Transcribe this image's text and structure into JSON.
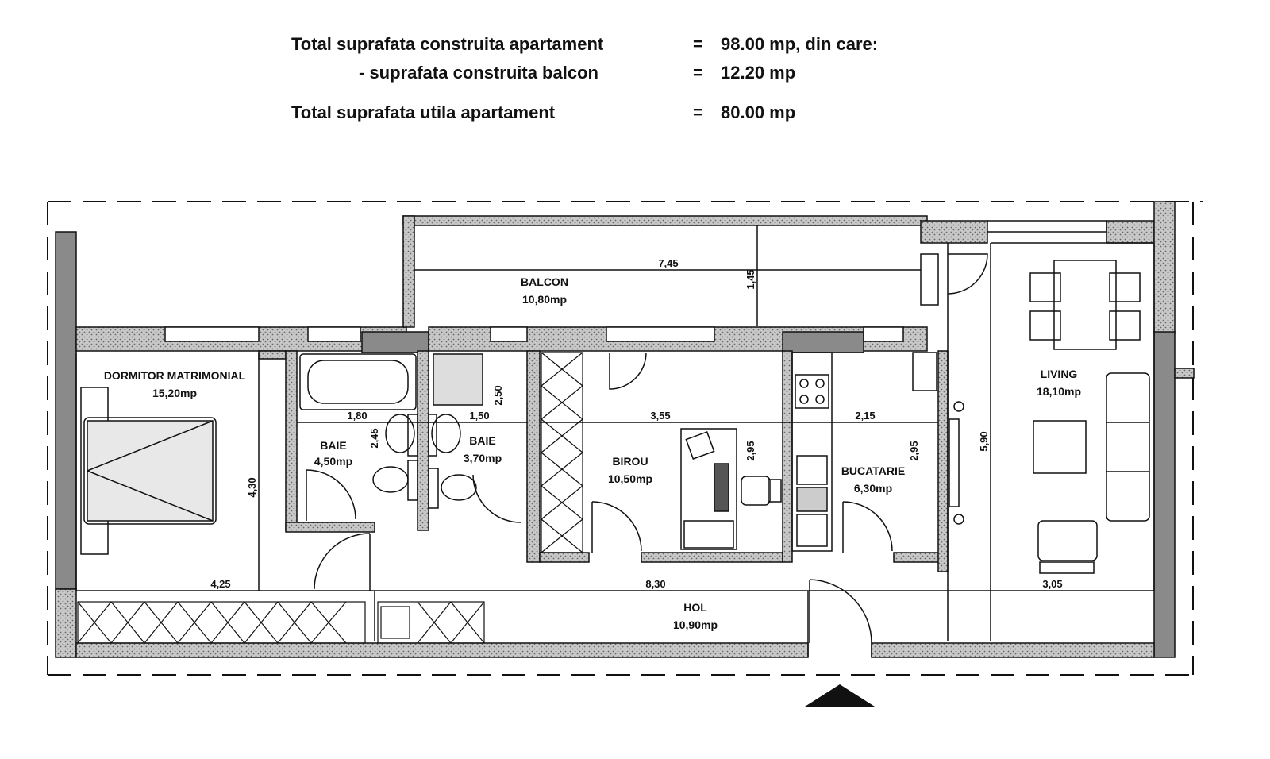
{
  "summary": {
    "row1": {
      "label": "Total suprafata construita apartament",
      "eq": "=",
      "value": "98.00 mp, din care:"
    },
    "row2": {
      "label": "- suprafata construita balcon",
      "eq": "=",
      "value": "12.20 mp"
    },
    "row3": {
      "label": "Total suprafata utila apartament",
      "eq": "=",
      "value": "80.00 mp"
    }
  },
  "rooms": {
    "dormitor": {
      "name": "DORMITOR MATRIMONIAL",
      "area": "15,20mp"
    },
    "baie1": {
      "name": "BAIE",
      "area": "4,50mp"
    },
    "baie2": {
      "name": "BAIE",
      "area": "3,70mp"
    },
    "birou": {
      "name": "BIROU",
      "area": "10,50mp"
    },
    "bucatarie": {
      "name": "BUCATARIE",
      "area": "6,30mp"
    },
    "living": {
      "name": "LIVING",
      "area": "18,10mp"
    },
    "balcon": {
      "name": "BALCON",
      "area": "10,80mp"
    },
    "hol": {
      "name": "HOL",
      "area": "10,90mp"
    }
  },
  "dimensions": {
    "balcon_w": "7,45",
    "balcon_h": "1,45",
    "baie1_w": "1,80",
    "baie1_h": "2,45",
    "baie2_w": "1,50",
    "baie2_h": "2,50",
    "birou_w": "3,55",
    "birou_h": "2,95",
    "buc_w": "2,15",
    "buc_h": "2,95",
    "living_h": "5,90",
    "dorm_h": "4,30",
    "dorm_w": "4,25",
    "hol_w": "8,30",
    "living_w": "3,05"
  },
  "colors": {
    "wall_fill": "#9a9a9a",
    "line": "#111111"
  }
}
